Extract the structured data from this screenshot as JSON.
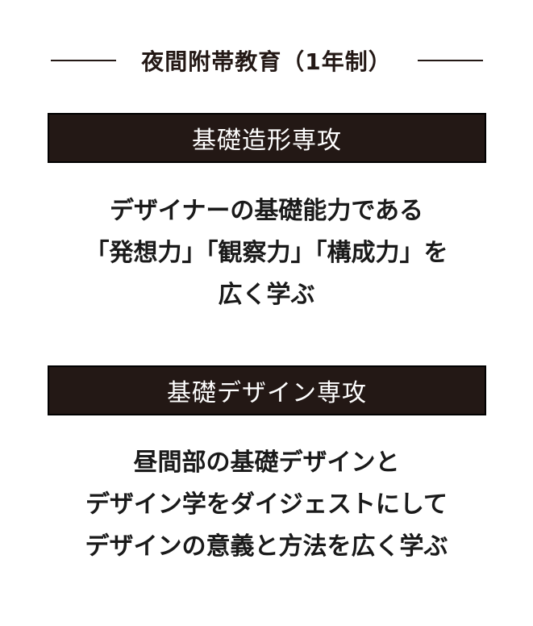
{
  "heading": {
    "title": "夜間附帯教育（1年制）"
  },
  "colors": {
    "banner_bg": "#231815",
    "banner_text": "#ffffff",
    "text": "#231815"
  },
  "courses": [
    {
      "name": "基礎造形専攻",
      "description": [
        "デザイナーの基礎能力である",
        "「発想力」「観察力」「構成力」を",
        "広く学ぶ"
      ]
    },
    {
      "name": "基礎デザイン専攻",
      "description": [
        "昼間部の基礎デザインと",
        "デザイン学をダイジェストにして",
        "デザインの意義と方法を広く学ぶ"
      ]
    }
  ]
}
